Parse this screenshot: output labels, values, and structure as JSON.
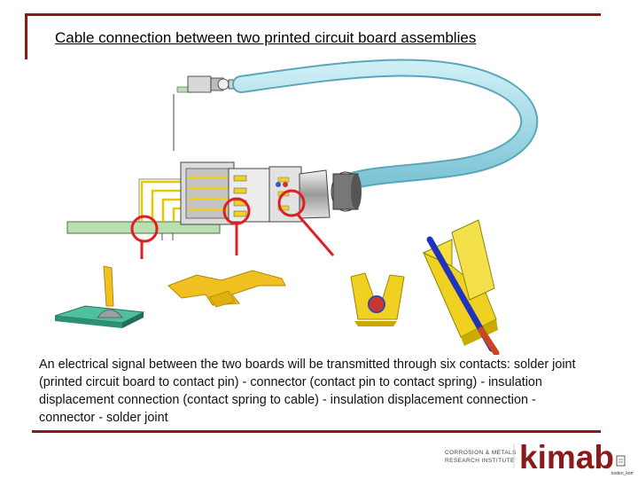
{
  "slide": {
    "title": "Cable connection between two printed circuit board assemblies",
    "caption": "An electrical signal between the two boards will be transmitted through six contacts: solder joint (printed circuit board to contact pin) - connector (contact pin to contact spring) - insulation displacement connection (contact spring to cable) - insulation displacement connection - connector - solder joint"
  },
  "logo": {
    "org_line1": "CORROSION & METALS",
    "org_line2": "RESEARCH INSTITUTE",
    "brand": "kimab",
    "footer_text": "koden_kommer"
  },
  "colors": {
    "accent": "#8b1a1a",
    "cable": "#8ecfdf",
    "board": "#b8e0b0",
    "contact_yellow": "#f0d020",
    "highlight_red": "#e02020"
  }
}
